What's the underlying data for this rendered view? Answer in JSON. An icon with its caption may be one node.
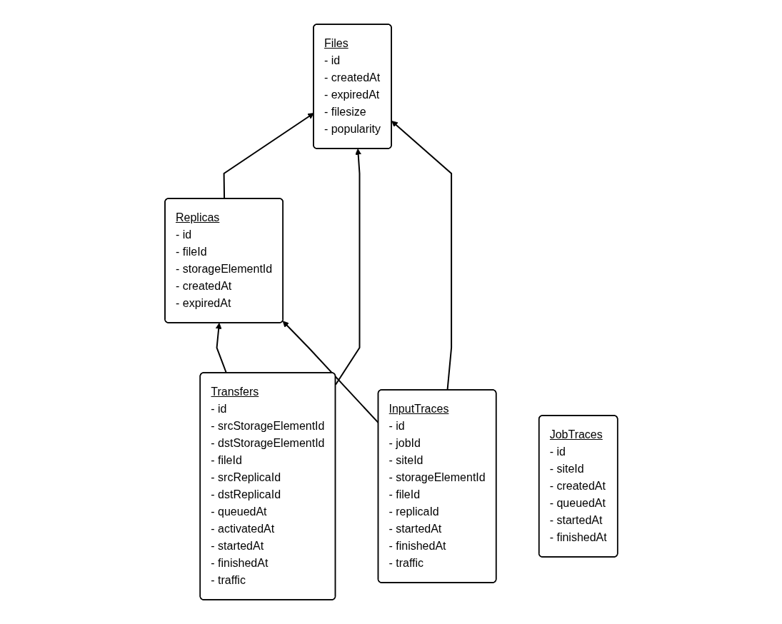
{
  "diagram": {
    "nodes": [
      {
        "text": [
          "Files",
          "- id",
          "- createdAt",
          "- expiredAt",
          "- filesize",
          "- popularity"
        ]
      },
      {
        "text": [
          "Replicas",
          "- id",
          "- fileId",
          "- storageElementId",
          "- createdAt",
          "- expiredAt"
        ]
      },
      {
        "text": [
          "Transfers",
          "- id",
          "- srcStorageElementId",
          "- dstStorageElementId",
          "- fileId",
          "- srcReplicaId",
          "- dstReplicaId",
          "- queuedAt",
          "- activatedAt",
          "- startedAt",
          "- finishedAt",
          "- traffic"
        ]
      },
      {
        "text": [
          "InputTraces",
          "- id",
          "- jobId",
          "- siteId",
          "- storageElementId",
          "- fileId",
          "- replicaId",
          "- startedAt",
          "- finishedAt",
          "- traffic"
        ]
      },
      {
        "text": [
          "JobTraces",
          "- id",
          "- siteId",
          "- createdAt",
          "- queuedAt",
          "- startedAt",
          "- finishedAt"
        ]
      }
    ],
    "edges": [
      {
        "from": 1,
        "to": 0,
        "arrow": "to"
      },
      {
        "from": 2,
        "to": 0,
        "arrow": "to"
      },
      {
        "from": 2,
        "to": 1,
        "arrow": "to"
      },
      {
        "from": 3,
        "to": 0,
        "arrow": "to"
      },
      {
        "from": 3,
        "to": 1,
        "arrow": "to"
      }
    ]
  }
}
